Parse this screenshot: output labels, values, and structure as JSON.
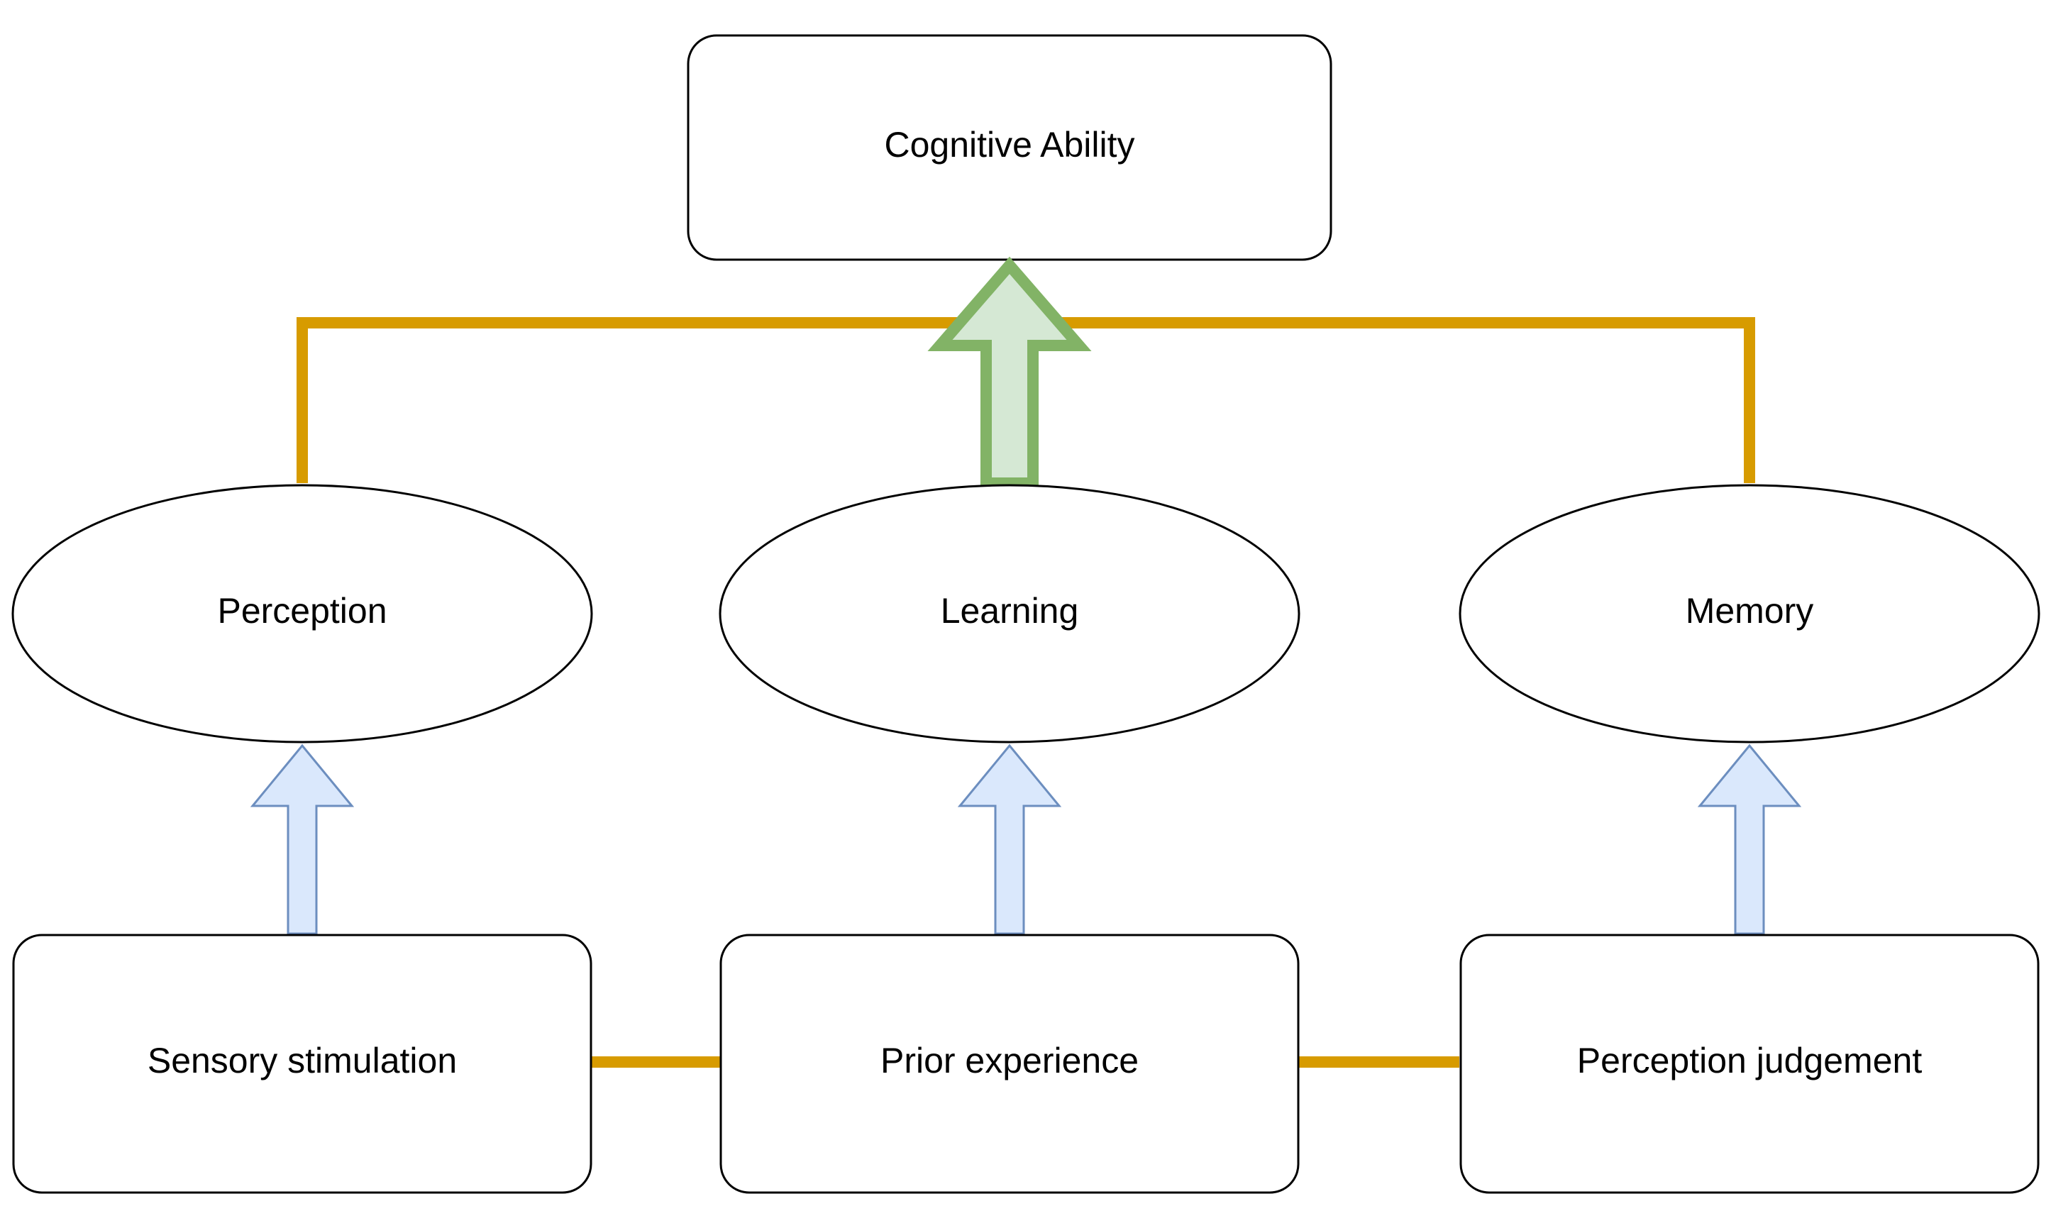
{
  "diagram": {
    "top": {
      "label": "Cognitive Ability"
    },
    "processes": [
      {
        "label": "Perception"
      },
      {
        "label": "Learning"
      },
      {
        "label": "Memory"
      }
    ],
    "inputs": [
      {
        "label": "Sensory stimulation"
      },
      {
        "label": "Prior experience"
      },
      {
        "label": "Perception judgement"
      }
    ]
  },
  "colors": {
    "stroke": "#000000",
    "connector": "#d79b00",
    "main_arrow_stroke": "#82b366",
    "main_arrow_fill": "#d5e8d4",
    "input_arrow_stroke": "#6c8ebf",
    "input_arrow_fill": "#dae8fc",
    "background": "#ffffff"
  }
}
